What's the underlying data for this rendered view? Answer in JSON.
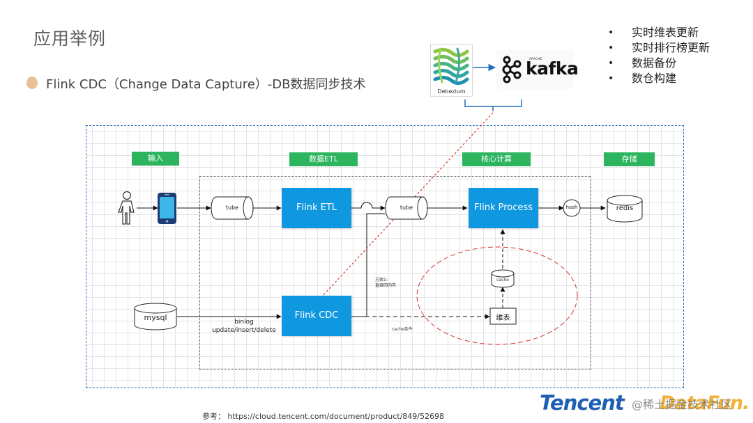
{
  "slide": {
    "title": "应用举例",
    "subtitle": "Flink CDC（Change Data Capture）-DB数据同步技术",
    "bullets": [
      "实时维表更新",
      "实时排行榜更新",
      "数据备份",
      "数仓构建"
    ],
    "reference": "参考： https://cloud.tencent.com/document/product/849/52698",
    "watermark": "@稀土掘金技术社区"
  },
  "logos": {
    "debezium": "Debezium",
    "kafka_apache": "APACHE",
    "kafka": "kafka",
    "tencent": "Tencent",
    "datafun": "DataFun."
  },
  "diagram": {
    "headers": {
      "input": "输入",
      "etl": "数据ETL",
      "compute": "核心计算",
      "storage": "存储"
    },
    "nodes": {
      "tube1": "tube",
      "flink_etl": "Flink ETL",
      "tube2": "tube",
      "flink_process": "Flink Process",
      "hash": "hash",
      "redis": "redis",
      "mysql": "mysql",
      "flink_cdc": "Flink CDC",
      "dim_table": "维表",
      "cache": "cache"
    },
    "edge_labels": {
      "binlog": "binlog",
      "ops": "update/insert/delete",
      "cache_cond": "cache条件",
      "option1": "方案1:",
      "option1_detail": "直接回内存"
    }
  },
  "colors": {
    "accent_blue": "#0f98e0",
    "header_green": "#2cb45f",
    "frame_blue": "#2d6fc2",
    "highlight_red": "#d9322f"
  }
}
